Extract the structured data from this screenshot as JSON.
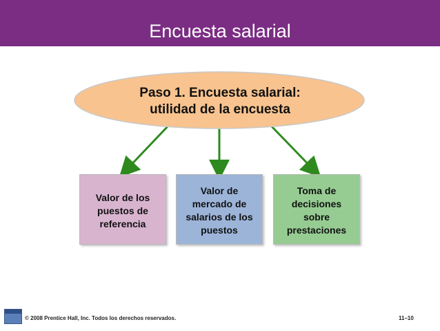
{
  "slide": {
    "title": "Encuesta salarial",
    "colors": {
      "title_bar": "#7b2d83",
      "ellipse_fill": "#f8c38f",
      "arrow": "#2e8a1e",
      "box_1": "#d8b4cf",
      "box_2": "#9cb4d8",
      "box_3": "#96cc92"
    }
  },
  "diagram": {
    "root": {
      "line1": "Paso 1. Encuesta salarial:",
      "line2": "utilidad de la encuesta"
    },
    "boxes": [
      {
        "lines": [
          "Valor de los",
          "puestos de",
          "referencia"
        ]
      },
      {
        "lines": [
          "Valor de",
          "mercado de",
          "salarios de los",
          "puestos"
        ]
      },
      {
        "lines": [
          "Toma de",
          "decisiones",
          "sobre",
          "prestaciones"
        ]
      }
    ]
  },
  "footer": {
    "copyright": "© 2008 Prentice Hall, Inc. Todos los derechos reservados.",
    "page": "11–10",
    "logo_icon": "pearson-logo-icon"
  }
}
